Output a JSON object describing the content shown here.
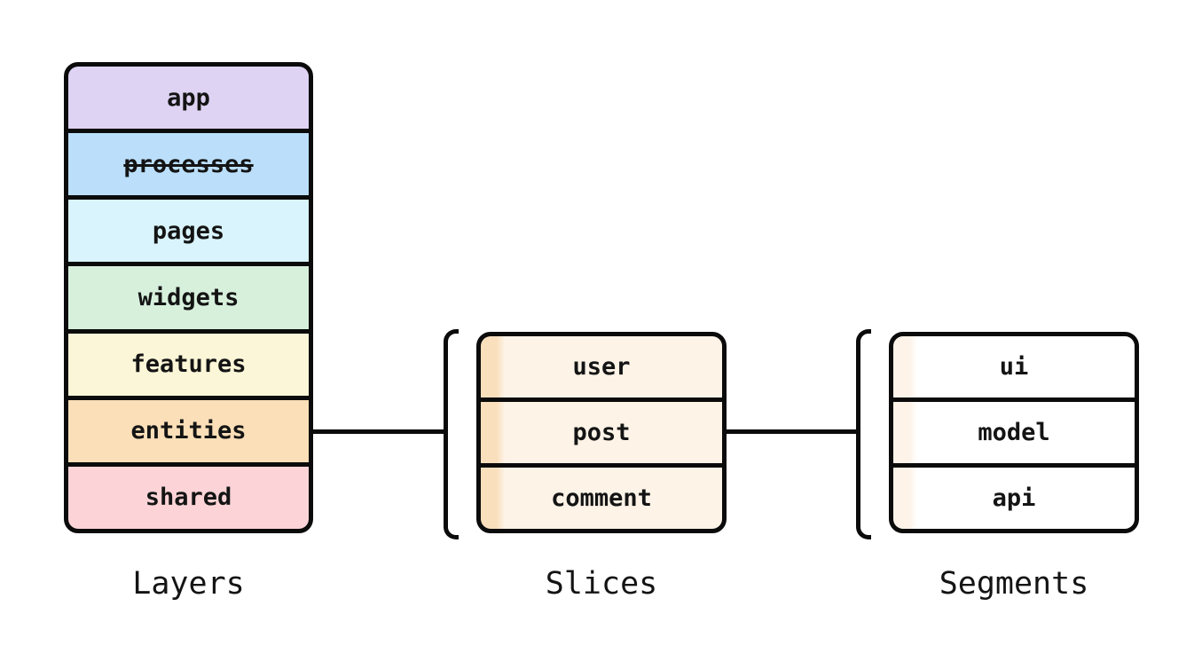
{
  "theme": {
    "ink": "#0B0B0B",
    "text": "#141414",
    "background": "#FFFFFF"
  },
  "diagram": {
    "columns": [
      {
        "title": "Layers",
        "bracketed": false,
        "rows": [
          {
            "label": "app",
            "color": "#DED3F3",
            "deprecated": false
          },
          {
            "label": "processes",
            "color": "#BBDFFA",
            "deprecated": true
          },
          {
            "label": "pages",
            "color": "#D9F4FC",
            "deprecated": false
          },
          {
            "label": "widgets",
            "color": "#D7F0DC",
            "deprecated": false
          },
          {
            "label": "features",
            "color": "#FCF6D8",
            "deprecated": false
          },
          {
            "label": "entities",
            "color": "#FADFB8",
            "deprecated": false
          },
          {
            "label": "shared",
            "color": "#FCD4D7",
            "deprecated": false
          }
        ]
      },
      {
        "title": "Slices",
        "bracketed": true,
        "row_style": {
          "spine": "#FADFBD",
          "bg": "#FDF3E7"
        },
        "rows": [
          {
            "label": "user"
          },
          {
            "label": "post"
          },
          {
            "label": "comment"
          }
        ]
      },
      {
        "title": "Segments",
        "bracketed": true,
        "row_style": {
          "spine": "#FDF3E8",
          "bg": "#FFFFFF"
        },
        "rows": [
          {
            "label": "ui"
          },
          {
            "label": "model"
          },
          {
            "label": "api"
          }
        ]
      }
    ],
    "connectors": [
      {
        "from": "entities",
        "to": "Slices"
      },
      {
        "from": "Slices",
        "to": "Segments"
      }
    ]
  }
}
